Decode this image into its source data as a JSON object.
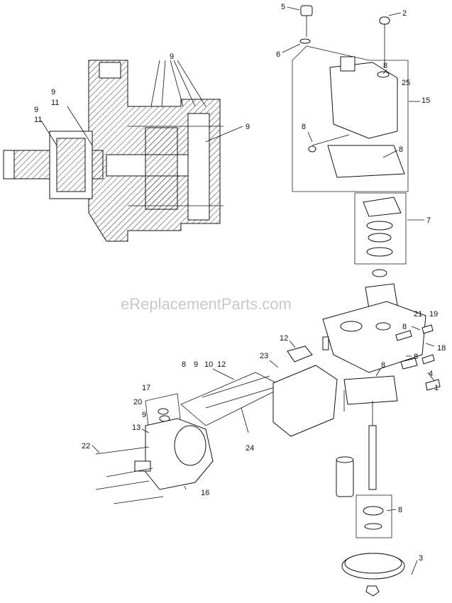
{
  "watermark": "eReplacementParts.com",
  "callouts": {
    "c5": "5",
    "c2": "2",
    "c6": "6",
    "c8a": "8",
    "c25": "25",
    "c15": "15",
    "c9top": "9",
    "c9l": "9",
    "c11l": "11",
    "c9ll": "9",
    "c11ll": "11",
    "c9r": "9",
    "c8b": "8",
    "c8c": "8",
    "c7": "7",
    "c21": "21",
    "c19": "19",
    "c8d": "8",
    "c18": "18",
    "c12": "12",
    "c23": "23",
    "c8e": "8",
    "c8f": "8",
    "c4": "4",
    "c1": "1",
    "c8g": "8",
    "c9g": "9",
    "c10": "10",
    "c12g": "12",
    "c17": "17",
    "c20": "20",
    "c9h": "9",
    "c13": "13",
    "c22": "22",
    "c24": "24",
    "c16": "16",
    "c8h": "8",
    "c3": "3"
  }
}
